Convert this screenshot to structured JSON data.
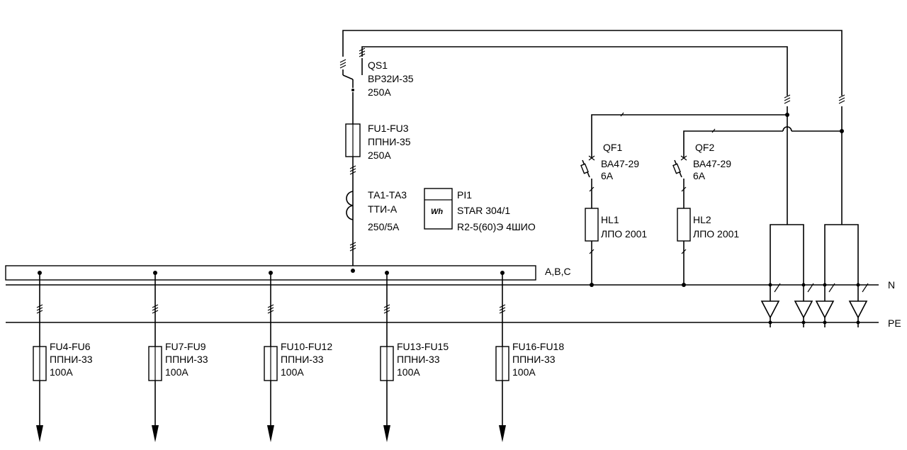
{
  "main_switch": {
    "id": "QS1",
    "type": "ВР32И-35",
    "rating": "250А"
  },
  "main_fuses": {
    "id": "FU1-FU3",
    "type": "ППНИ-35",
    "rating": "250А"
  },
  "current_transformers": {
    "id": "ТА1-ТА3",
    "type": "ТТИ-А",
    "ratio": "250/5А"
  },
  "meter": {
    "id": "PI1",
    "model": "STAR 304/1",
    "spec": "R2-5(60)Э 4ШИО",
    "symbol": "Wh"
  },
  "breakers": [
    {
      "id": "QF1",
      "type": "ВА47-29",
      "rating": "6А"
    },
    {
      "id": "QF2",
      "type": "ВА47-29",
      "rating": "6А"
    }
  ],
  "lamps": [
    {
      "id": "HL1",
      "type": "ЛПО 2001"
    },
    {
      "id": "HL2",
      "type": "ЛПО 2001"
    }
  ],
  "buses": {
    "phase": "A,B,C",
    "neutral": "N",
    "protective": "PE"
  },
  "feeders": [
    {
      "id": "FU4-FU6",
      "type": "ППНИ-33",
      "rating": "100А"
    },
    {
      "id": "FU7-FU9",
      "type": "ППНИ-33",
      "rating": "100А"
    },
    {
      "id": "FU10-FU12",
      "type": "ППНИ-33",
      "rating": "100А"
    },
    {
      "id": "FU13-FU15",
      "type": "ППНИ-33",
      "rating": "100А"
    },
    {
      "id": "FU16-FU18",
      "type": "ППНИ-33",
      "rating": "100А"
    }
  ]
}
